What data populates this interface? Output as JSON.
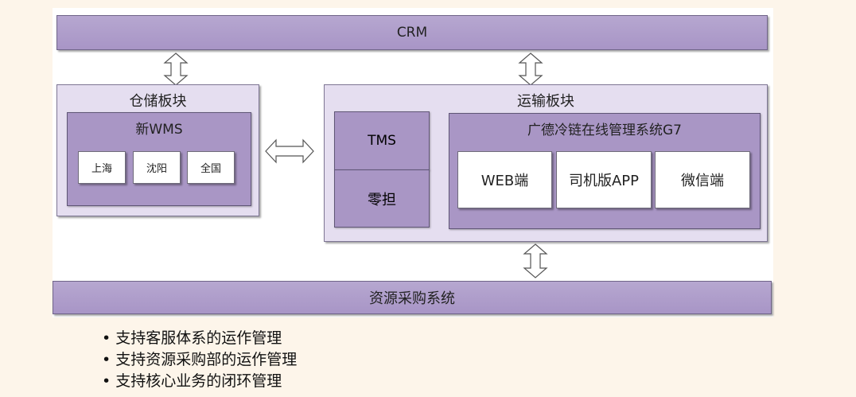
{
  "top_bar": {
    "label": "CRM"
  },
  "bottom_bar": {
    "label": "资源采购系统"
  },
  "warehouse": {
    "title": "仓储板块",
    "wms": {
      "title": "新WMS",
      "sites": [
        "上海",
        "沈阳",
        "全国"
      ]
    }
  },
  "transport": {
    "title": "运输板块",
    "tms": "TMS",
    "ltl": "零担",
    "g7": {
      "title": "广德冷链在线管理系统G7",
      "apps": [
        "WEB端",
        "司机版APP",
        "微信端"
      ]
    }
  },
  "bullets": [
    "支持客服体系的运作管理",
    "支持资源采购部的运作管理",
    "支持核心业务的闭环管理"
  ],
  "colors": {
    "bar": "#a895c6",
    "panel": "#e5def0",
    "inner": "#a996c5",
    "cell": "#ffffff",
    "background": "#fdf5ea"
  },
  "icons": [
    "double-arrow-vertical-icon",
    "double-arrow-horizontal-icon"
  ]
}
